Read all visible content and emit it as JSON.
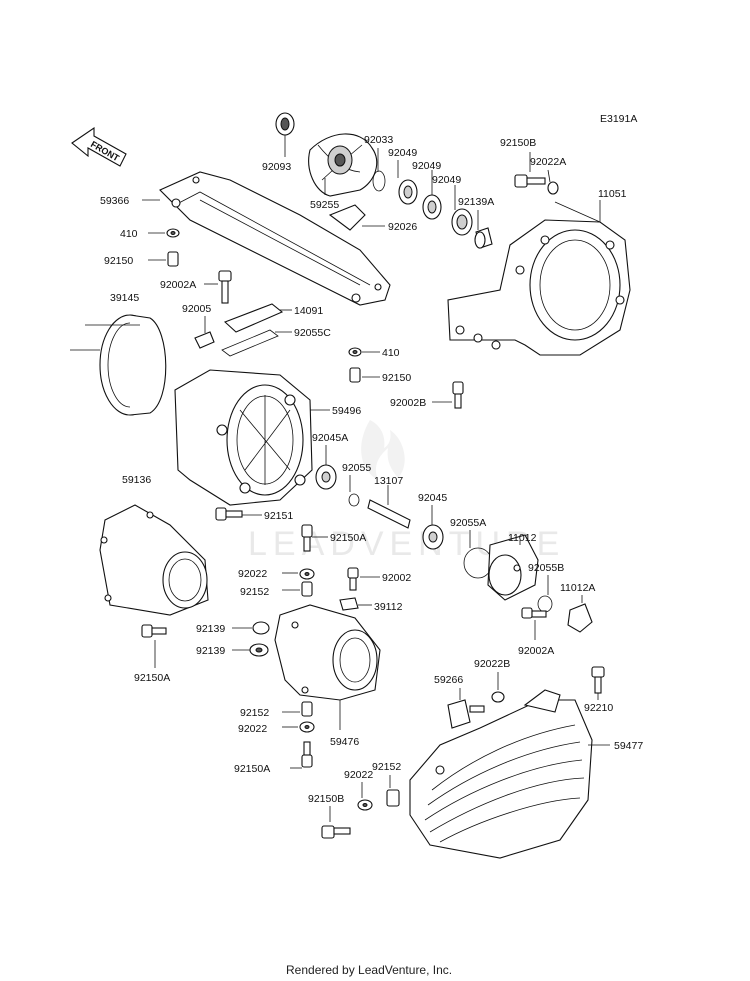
{
  "diagram_code": "E3191A",
  "front_label": "FRONT",
  "watermark": "LEADVENTURE",
  "footer": "Rendered by LeadVenture, Inc.",
  "parts": {
    "p92093": "92093",
    "p59255": "59255",
    "p92033": "92033",
    "p92049a": "92049",
    "p92049b": "92049",
    "p92049c": "92049",
    "p92139A": "92139A",
    "p92026": "92026",
    "p92150B_top": "92150B",
    "p92022A": "92022A",
    "p11051": "11051",
    "p59366": "59366",
    "p410a": "410",
    "p92150a": "92150",
    "p92002A_top": "92002A",
    "p39145": "39145",
    "p92005": "92005",
    "p14091": "14091",
    "p92055C": "92055C",
    "p410b": "410",
    "p92150b": "92150",
    "p92002B": "92002B",
    "p59496": "59496",
    "p92045A": "92045A",
    "p92055": "92055",
    "p59136": "59136",
    "p13107": "13107",
    "p92045": "92045",
    "p92151": "92151",
    "p92150A_mid": "92150A",
    "p92055A": "92055A",
    "p11012": "11012",
    "p92022a": "92022",
    "p92002": "92002",
    "p92055B": "92055B",
    "p11012A": "11012A",
    "p92152a": "92152",
    "p39112": "39112",
    "p92139a": "92139",
    "p92139b": "92139",
    "p92150A_left": "92150A",
    "p92002A_bot": "92002A",
    "p92022B": "92022B",
    "p59266": "59266",
    "p92210": "92210",
    "p92152b": "92152",
    "p92022b": "92022",
    "p59476": "59476",
    "p59477": "59477",
    "p92150A_bot": "92150A",
    "p92152c": "92152",
    "p92022c": "92022",
    "p92150B_bot": "92150B"
  }
}
